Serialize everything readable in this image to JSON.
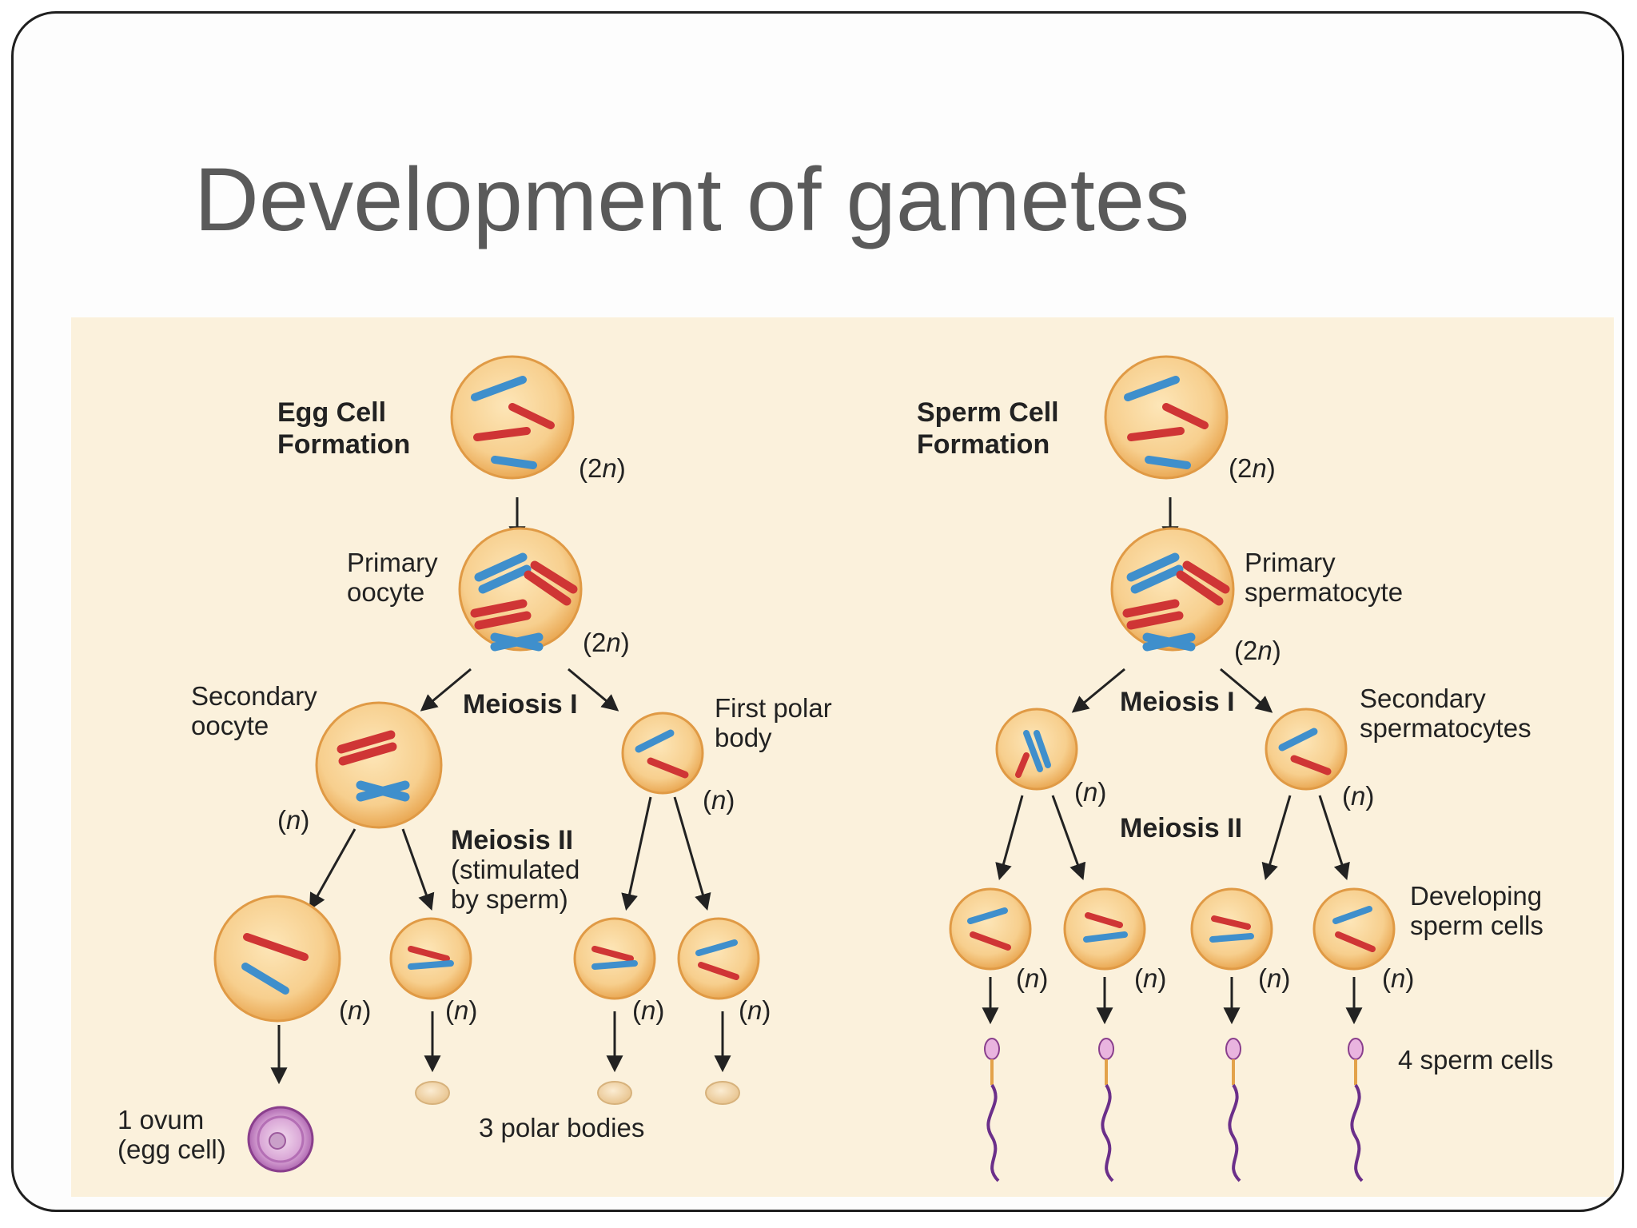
{
  "title": "Development of gametes",
  "egg": {
    "heading_l1": "Egg Cell",
    "heading_l2": "Formation",
    "primary_l1": "Primary",
    "primary_l2": "oocyte",
    "secondary_l1": "Secondary",
    "secondary_l2": "oocyte",
    "meiosis1": "Meiosis I",
    "first_polar_l1": "First polar",
    "first_polar_l2": "body",
    "meiosis2_l1": "Meiosis II",
    "meiosis2_l2": "(stimulated",
    "meiosis2_l3": "by sperm)",
    "ovum_l1": "1 ovum",
    "ovum_l2": "(egg cell)",
    "polar_bodies": "3 polar bodies"
  },
  "sperm": {
    "heading_l1": "Sperm Cell",
    "heading_l2": "Formation",
    "primary_l1": "Primary",
    "primary_l2": "spermatocyte",
    "meiosis1": "Meiosis I",
    "secondary_l1": "Secondary",
    "secondary_l2": "spermatocytes",
    "meiosis2": "Meiosis II",
    "developing_l1": "Developing",
    "developing_l2": "sperm cells",
    "sperm_cells": "4 sperm cells"
  },
  "ploidy": {
    "diploid_pre": "(2",
    "haploid_pre": "(",
    "n": "n",
    "close": ")"
  },
  "colors": {
    "panel_background": "#fbf1dc",
    "cell_fill": "#f7cf8e",
    "cell_edge": "#e09a45",
    "chromosome_blue": "#3f8fcc",
    "chromosome_red": "#cf3535",
    "ovum_purple": "#a457a7",
    "sperm_tail": "#6b2f8a"
  }
}
